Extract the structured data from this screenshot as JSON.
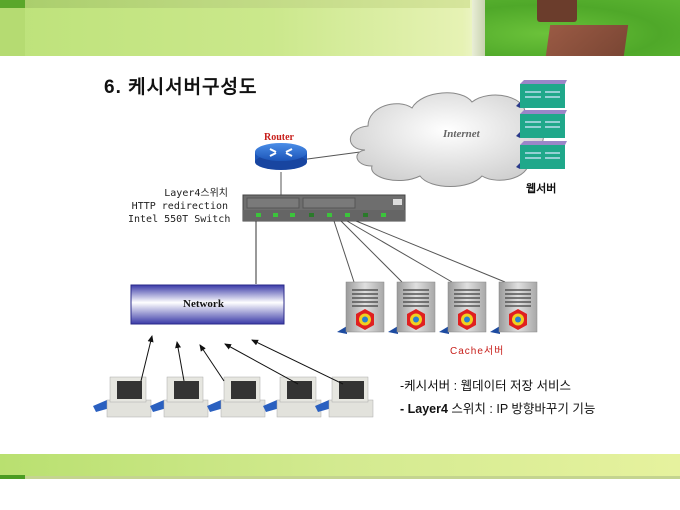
{
  "slide": {
    "title": "6. 케시서버구성도",
    "colors": {
      "router_label": "#c8201c",
      "cache_label": "#c8201c",
      "network_box": "#3b3fb0",
      "web_server": "#1fa88a"
    }
  },
  "diagram": {
    "router": {
      "label": "Router",
      "icon": "router-icon"
    },
    "switch": {
      "label_lines": [
        "Layer4스위치",
        "HTTP redirection",
        "Intel 550T Switch"
      ],
      "icon": "network-switch-icon"
    },
    "internet": {
      "label": "Internet",
      "icon": "cloud-icon"
    },
    "web_servers": {
      "label": "웹서버",
      "count": 3,
      "icon": "server-icon"
    },
    "network": {
      "label": "Network"
    },
    "cache_servers": {
      "label": "Cache서버",
      "count": 4,
      "icon": "cache-server-icon"
    },
    "clients": {
      "count": 5,
      "icon": "desktop-computer-icon"
    }
  },
  "notes": [
    {
      "bold": "",
      "text": "-케시서버 : 웹데이터 저장 서비스"
    },
    {
      "bold": "- Layer4",
      "text": " 스위치 : IP 방향바꾸기 기능"
    }
  ]
}
